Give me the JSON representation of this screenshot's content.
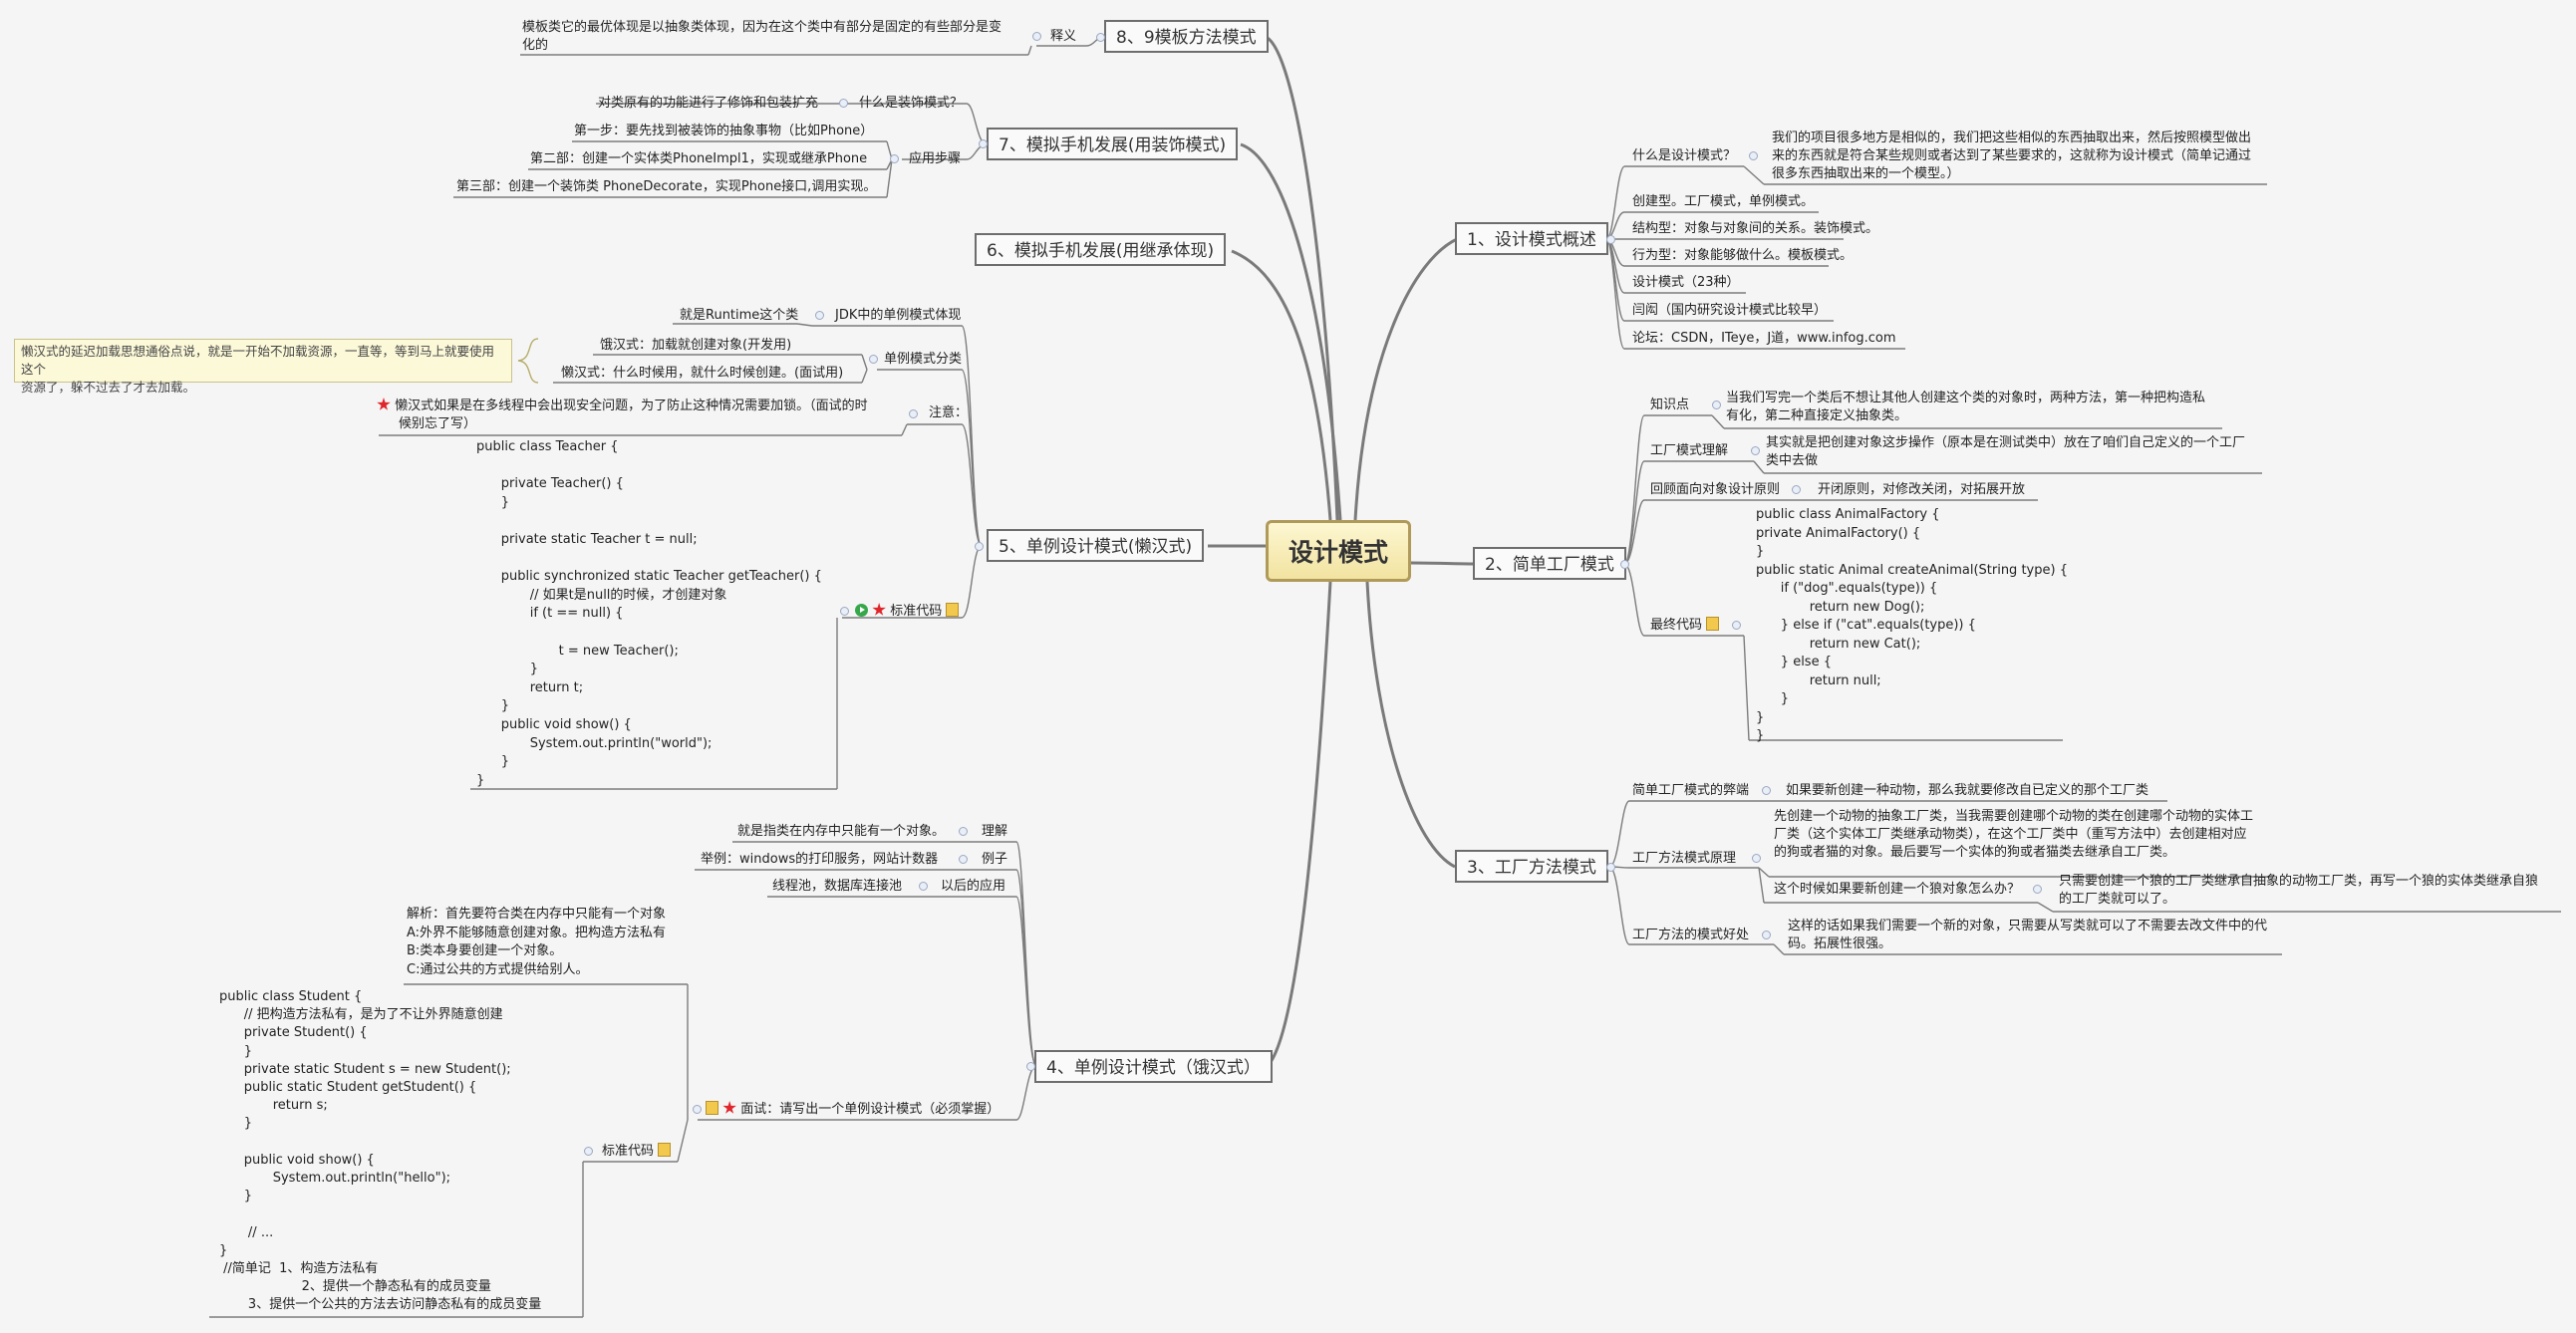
{
  "root": "设计模式",
  "branches": {
    "b1": "1、设计模式概述",
    "b2": "2、简单工厂模式",
    "b3": "3、工厂方法模式",
    "b4": "4、单例设计模式（饿汉式）",
    "b5": "5、单例设计模式(懒汉式)",
    "b6": "6、模拟手机发展(用继承体现)",
    "b7": "7、模拟手机发展(用装饰模式)",
    "b8": "8、9模板方法模式"
  },
  "overview": {
    "what_label": "什么是设计模式？",
    "what_line1": "我们的项目很多地方是相似的，我们把这些相似的东西抽取出来，然后按照模型做出",
    "what_line2": "来的东西就是符合某些规则或者达到了某些要求的，这就称为设计模式（简单记通过",
    "what_line3": "很多东西抽取出来的一个模型。）",
    "creational": "创建型。工厂模式，单例模式。",
    "structural": "结构型：对象与对象间的关系。装饰模式。",
    "behavioral": "行为型：对象能够做什么。模板模式。",
    "count": "设计模式（23种）",
    "yanhong": "闫闳（国内研究设计模式比较早）",
    "forum": "论坛：CSDN，ITeye，J道，www.infog.com"
  },
  "simple_factory": {
    "knowledge_label": "知识点",
    "knowledge_line1": "当我们写完一个类后不想让其他人创建这个类的对象时，两种方法，第一种把构造私",
    "knowledge_line2": "有化，第二种直接定义抽象类。",
    "understand_label": "工厂模式理解",
    "understand_line1": "其实就是把创建对象这步操作（原本是在测试类中）放在了咱们自己定义的一个工厂",
    "understand_line2": "类中去做",
    "principle_label": "回顾面向对象设计原则",
    "principle_text": "开闭原则，对修改关闭，对拓展开放",
    "final_label": "最终代码",
    "code": "public class AnimalFactory {\nprivate AnimalFactory() {\n}\npublic static Animal createAnimal(String type) {\n      if (\"dog\".equals(type)) {\n             return new Dog();\n      } else if (\"cat\".equals(type)) {\n             return new Cat();\n      } else {\n             return null;\n      }\n}\n}"
  },
  "factory_method": {
    "drawback_label": "简单工厂模式的弊端",
    "drawback_text": "如果要新创建一种动物，那么我就要修改自已定义的那个工厂类",
    "principle_label": "工厂方法模式原理",
    "principle_line1": "先创建一个动物的抽象工厂类，当我需要创建哪个动物的类在创建哪个动物的实体工",
    "principle_line2": "厂类（这个实体工厂类继承动物类），在这个工厂类中（重写方法中）去创建相对应",
    "principle_line3": "的狗或者猫的对象。最后要写一个实体的狗或者猫类去继承自工厂类。",
    "wolf_q": "这个时候如果要新创建一个狼对象怎么办？",
    "wolf_a1": "只需要创建一个狼的工厂类继承自抽象的动物工厂类，再写一个狼的实体类继承自狼",
    "wolf_a2": "的工厂类就可以了。",
    "benefit_label": "工厂方法的模式好处",
    "benefit_line1": "这样的话如果我们需要一个新的对象，只需要从写类就可以了不需要去改文件中的代",
    "benefit_line2": "码。拓展性很强。"
  },
  "hungry": {
    "understand_label": "理解",
    "understand_text": "就是指类在内存中只能有一个对象。",
    "example_label": "例子",
    "example_text": "举例：windows的打印服务，网站计数器",
    "future_label": "以后的应用",
    "future_text": "线程池，数据库连接池",
    "interview_label": "面试：请写出一个单例设计模式（必须掌握）",
    "analysis": "解析：首先要符合类在内存中只能有一个对象\nA:外界不能够随意创建对象。把构造方法私有\nB:类本身要创建一个对象。\nC:通过公共的方式提供给别人。",
    "std_label": "标准代码",
    "code": "public class Student {\n      // 把构造方法私有，是为了不让外界随意创建\n      private Student() {\n      }\n      private static Student s = new Student();\n      public static Student getStudent() {\n             return s;\n      }\n\n      public void show() {\n             System.out.println(\"hello\");\n      }\n\n       // ...\n}\n //简单记  1、构造方法私有\n                    2、提供一个静态私有的成员变量\n       3、提供一个公共的方法去访问静态私有的成员变量"
  },
  "lazy": {
    "jdk_label": "JDK中的单例模式体现",
    "jdk_text": "就是Runtime这个类",
    "category_label": "单例模式分类",
    "hungry_text": "饿汉式：加载就创建对象(开发用)",
    "lazy_text": "懒汉式：什么时候用，就什么时候创建。(面试用)",
    "note_line1": "懒汉式的延迟加载思想通俗点说，就是一开始不加载资源，一直等，等到马上就要使用这个",
    "note_line2": "资源了，躲不过去了才去加载。",
    "attention_label": "注意：",
    "attention_line1": "懒汉式如果是在多线程中会出现安全问题，为了防止这种情况需要加锁。（面试的时",
    "attention_line2": "候别忘了写）",
    "std_label": "标准代码",
    "code": "public class Teacher {\n\n      private Teacher() {\n      }\n\n      private static Teacher t = null;\n\n      public synchronized static Teacher getTeacher() {\n             // 如果t是null的时候，才创建对象\n             if (t == null) {\n\n                    t = new Teacher();\n             }\n             return t;\n      }\n      public void show() {\n             System.out.println(\"world\");\n      }\n}"
  },
  "decorator": {
    "what_label": "什么是装饰模式？",
    "what_text": "对类原有的功能进行了修饰和包装扩充",
    "steps_label": "应用步骤",
    "step1": "第一步：要先找到被装饰的抽象事物（比如Phone）",
    "step2": "第二部：创建一个实体类PhoneImpl1，实现或继承Phone",
    "step3": "第三部：创建一个装饰类 PhoneDecorate，实现Phone接口,调用实现。"
  },
  "template": {
    "def_label": "释义",
    "def_line1": "模板类它的最优体现是以抽象类体现，因为在这个类中有部分是固定的有些部分是变",
    "def_line2": "化的"
  }
}
